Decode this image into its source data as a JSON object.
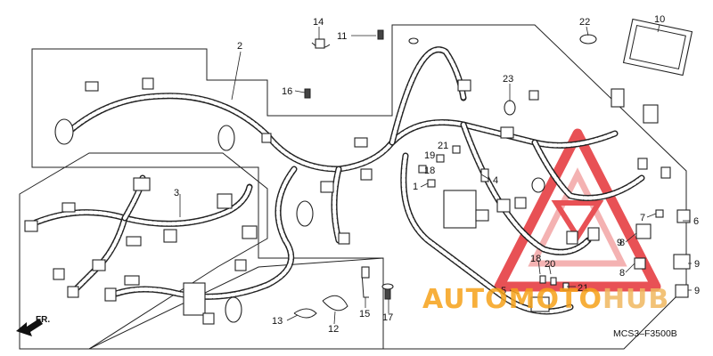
{
  "diagram": {
    "diagram_code": "MCS3–F3500B",
    "direction_arrow": {
      "label": "FR."
    },
    "watermark": {
      "text": "AUTOMOTOHUB",
      "logo_shape": "triangle-logo",
      "colors": {
        "orange": "#f6a21a",
        "red": "#e3262b",
        "pink": "#f2a0a0"
      }
    },
    "callouts": [
      {
        "id": "c1",
        "text": "1"
      },
      {
        "id": "c2",
        "text": "2"
      },
      {
        "id": "c3",
        "text": "3"
      },
      {
        "id": "c4",
        "text": "4"
      },
      {
        "id": "c5",
        "text": "5"
      },
      {
        "id": "c6",
        "text": "6"
      },
      {
        "id": "c7",
        "text": "7"
      },
      {
        "id": "c8a",
        "text": "8"
      },
      {
        "id": "c8b",
        "text": "8"
      },
      {
        "id": "c9a",
        "text": "9"
      },
      {
        "id": "c9b",
        "text": "9"
      },
      {
        "id": "c9c",
        "text": "9"
      },
      {
        "id": "c10",
        "text": "10"
      },
      {
        "id": "c11",
        "text": "11"
      },
      {
        "id": "c12",
        "text": "12"
      },
      {
        "id": "c13",
        "text": "13"
      },
      {
        "id": "c14",
        "text": "14"
      },
      {
        "id": "c15",
        "text": "15"
      },
      {
        "id": "c16",
        "text": "16"
      },
      {
        "id": "c17",
        "text": "17"
      },
      {
        "id": "c18a",
        "text": "18"
      },
      {
        "id": "c18b",
        "text": "18"
      },
      {
        "id": "c19",
        "text": "19"
      },
      {
        "id": "c20",
        "text": "20"
      },
      {
        "id": "c21a",
        "text": "21"
      },
      {
        "id": "c21b",
        "text": "21"
      },
      {
        "id": "c22",
        "text": "22"
      },
      {
        "id": "c23",
        "text": "23"
      }
    ]
  }
}
